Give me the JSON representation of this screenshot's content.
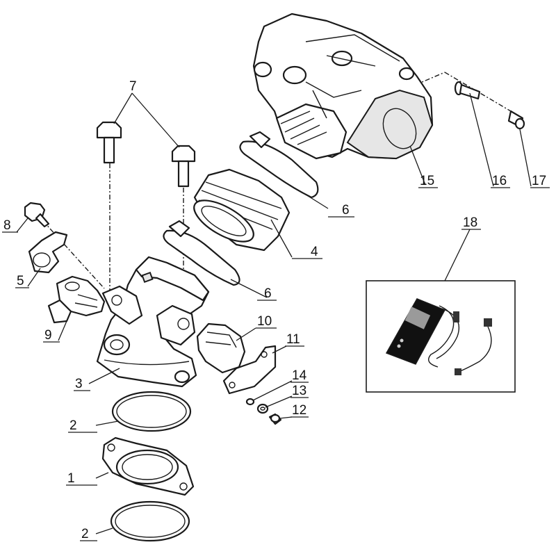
{
  "diagram": {
    "callouts": {
      "c1": "1",
      "c2a": "2",
      "c2b": "2",
      "c3": "3",
      "c4": "4",
      "c5": "5",
      "c6a": "6",
      "c6b": "6",
      "c7": "7",
      "c8": "8",
      "c9": "9",
      "c10": "10",
      "c11": "11",
      "c12": "12",
      "c13": "13",
      "c14": "14",
      "c15": "15",
      "c16": "16",
      "c17": "17",
      "c18": "18"
    }
  }
}
